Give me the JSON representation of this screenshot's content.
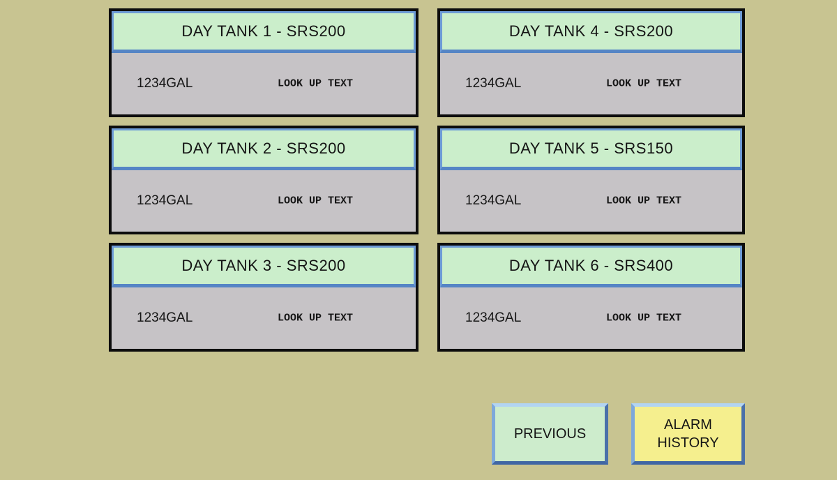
{
  "colors": {
    "background": "#c8c491",
    "panel_body_gray": "#c6c3c6",
    "panel_border_black": "#0d0d0d",
    "header_fill_green": "#cbeecb",
    "header_border_blue": "#5585c5",
    "button_fill_green": "#cdeccc",
    "button_fill_yellow": "#f5ef8e",
    "button_bevel_light_blue": "#b2d4f2",
    "button_bevel_dark_blue": "#3f66a4",
    "text_black": "#141414"
  },
  "tanks": [
    {
      "title": "DAY TANK 1 - SRS200",
      "level": "1234GAL",
      "lookup_text": "LOOK UP TEXT"
    },
    {
      "title": "DAY TANK 2 - SRS200",
      "level": "1234GAL",
      "lookup_text": "LOOK UP TEXT"
    },
    {
      "title": "DAY TANK 3 - SRS200",
      "level": "1234GAL",
      "lookup_text": "LOOK UP TEXT"
    },
    {
      "title": "DAY TANK 4 - SRS200",
      "level": "1234GAL",
      "lookup_text": "LOOK UP TEXT"
    },
    {
      "title": "DAY TANK 5 - SRS150",
      "level": "1234GAL",
      "lookup_text": "LOOK UP TEXT"
    },
    {
      "title": "DAY TANK 6 - SRS400",
      "level": "1234GAL",
      "lookup_text": "LOOK UP TEXT"
    }
  ],
  "buttons": {
    "previous": {
      "label": "PREVIOUS"
    },
    "alarm_history": {
      "line1": "ALARM",
      "line2": "HISTORY"
    }
  }
}
